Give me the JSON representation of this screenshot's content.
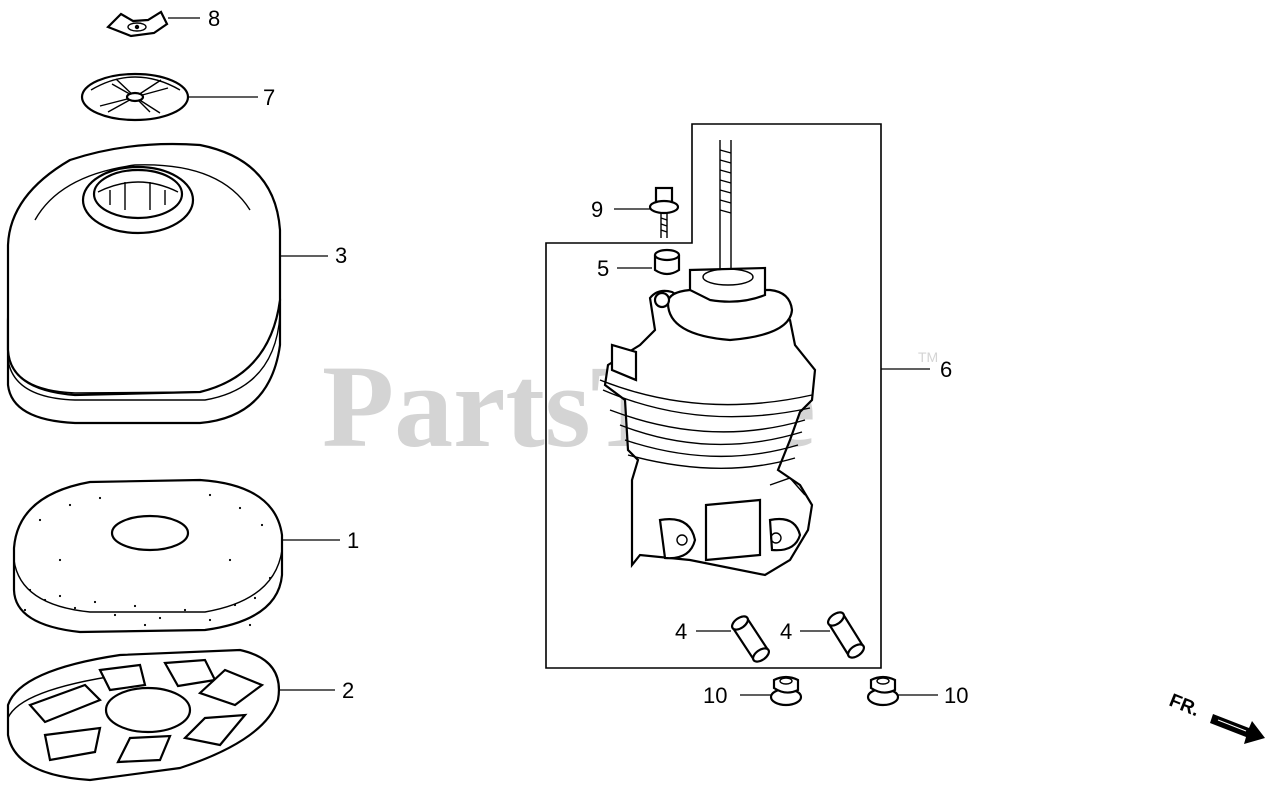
{
  "watermark": {
    "text": "PartsTree",
    "tm": "TM"
  },
  "direction_marker": {
    "label": "FR."
  },
  "callouts": {
    "c1": "1",
    "c2": "2",
    "c3": "3",
    "c4a": "4",
    "c4b": "4",
    "c5": "5",
    "c6": "6",
    "c7": "7",
    "c8": "8",
    "c9": "9",
    "c10a": "10",
    "c10b": "10"
  },
  "parts": [
    {
      "number": "1",
      "icon": "foam-filter-element-icon"
    },
    {
      "number": "2",
      "icon": "filter-grid-plate-icon"
    },
    {
      "number": "3",
      "icon": "air-cleaner-cover-icon"
    },
    {
      "number": "4",
      "icon": "dowel-pin-icon"
    },
    {
      "number": "5",
      "icon": "spacer-collar-icon"
    },
    {
      "number": "6",
      "icon": "air-cleaner-case-icon"
    },
    {
      "number": "7",
      "icon": "cover-washer-icon"
    },
    {
      "number": "8",
      "icon": "wing-nut-icon"
    },
    {
      "number": "9",
      "icon": "flange-bolt-icon"
    },
    {
      "number": "10",
      "icon": "flange-nut-icon"
    }
  ]
}
